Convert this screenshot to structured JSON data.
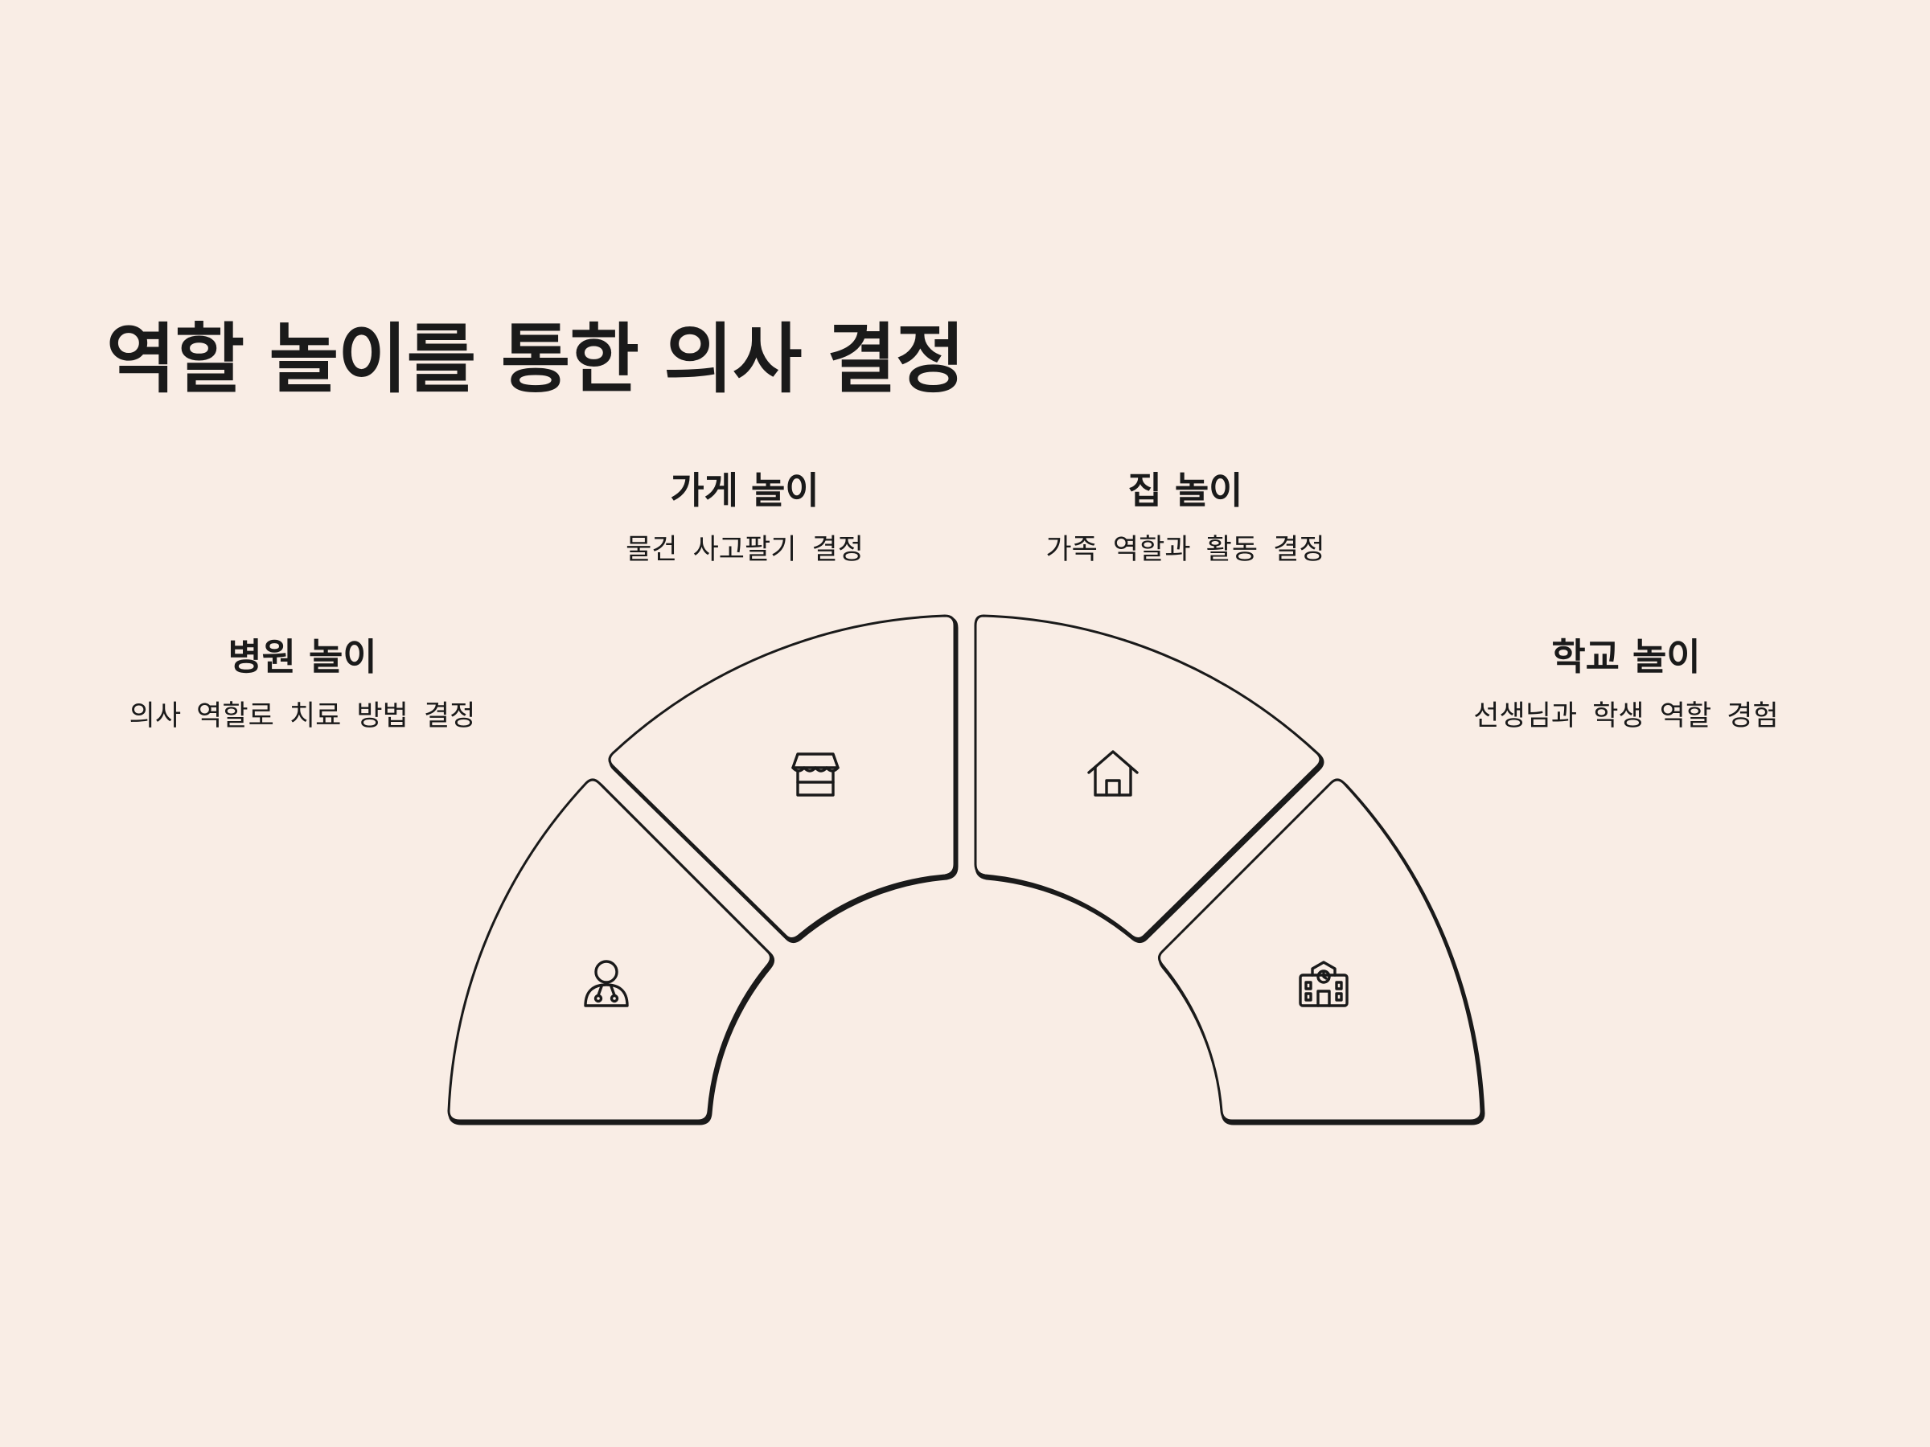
{
  "title": "역할 놀이를 통한 의사 결정",
  "segments": [
    {
      "title": "병원 놀이",
      "description": "의사 역할로 치료 방법 결정",
      "icon": "doctor-icon"
    },
    {
      "title": "가게 놀이",
      "description": "물건 사고팔기 결정",
      "icon": "store-icon"
    },
    {
      "title": "집 놀이",
      "description": "가족 역할과 활동 결정",
      "icon": "house-icon"
    },
    {
      "title": "학교 놀이",
      "description": "선생님과 학생 역할 경험",
      "icon": "school-icon"
    }
  ]
}
